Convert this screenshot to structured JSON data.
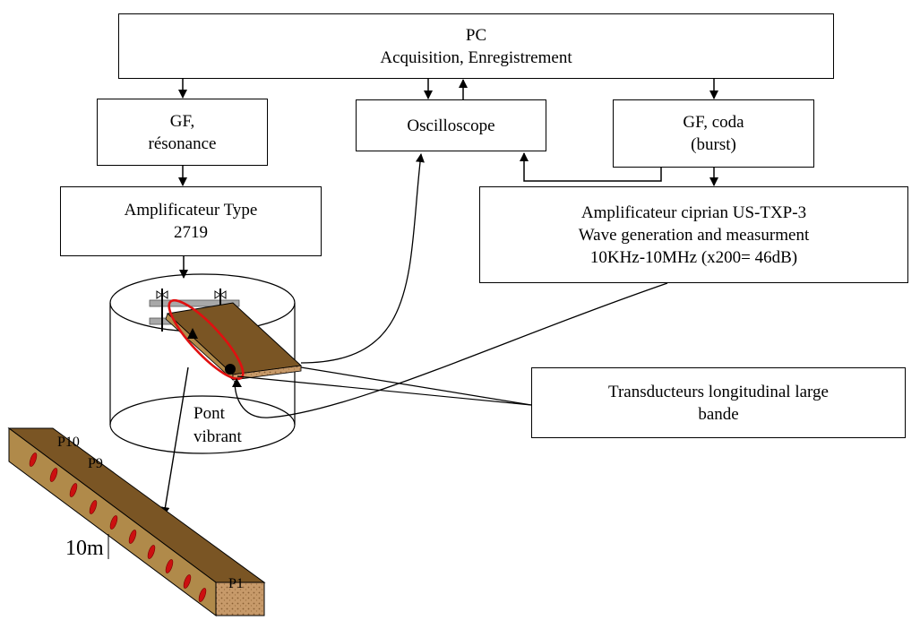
{
  "boxes": {
    "pc": {
      "line1": "PC",
      "line2": "Acquisition, Enregistrement"
    },
    "gf_resonance": {
      "line1": "GF,",
      "line2": "résonance"
    },
    "oscilloscope": {
      "line1": "Oscilloscope"
    },
    "gf_coda": {
      "line1": "GF, coda",
      "line2": "(burst)"
    },
    "amp_2719": {
      "line1": "Amplificateur Type",
      "line2": "2719"
    },
    "amp_ciprian": {
      "line1": "Amplificateur ciprian  US-TXP-3",
      "line2": "Wave generation and measurment",
      "line3": "10KHz-10MHz (x200= 46dB)"
    },
    "transducers": {
      "line1": "Transducteurs longitudinal large",
      "line2": "bande"
    }
  },
  "labels": {
    "pont": "Pont",
    "vibrant": "vibrant",
    "p10": "P10",
    "p9": "P9",
    "p1": "P1",
    "scale": "10m"
  },
  "colors": {
    "wood_top": "#7a5524",
    "wood_side": "#b08a4a",
    "wood_end": "#c79a6a",
    "ellipse_red": "#e01010",
    "marker_red": "#cc1010",
    "clamp_grey": "#a8a8a8"
  }
}
